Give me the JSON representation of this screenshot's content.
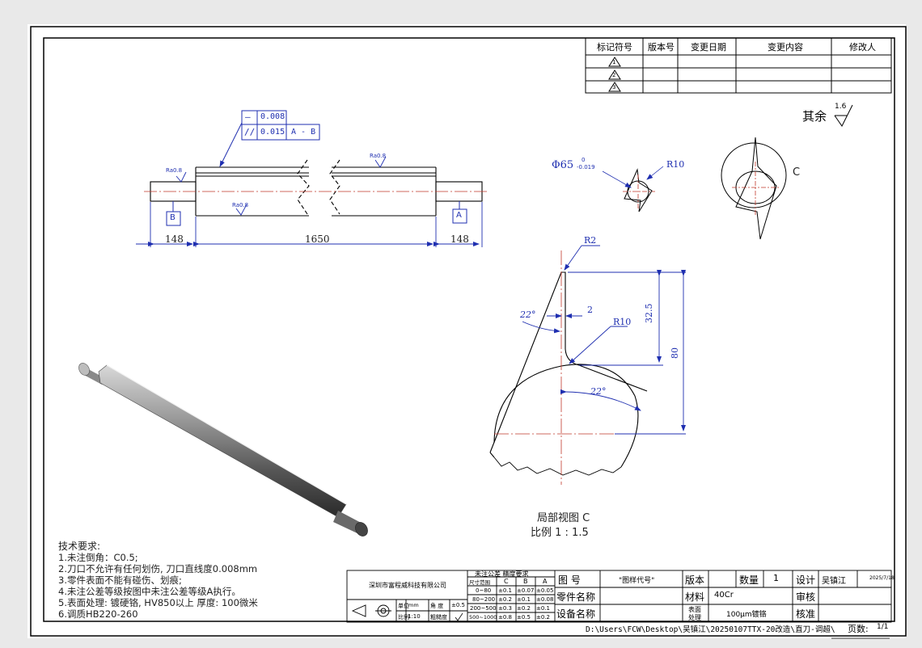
{
  "revision_table": {
    "headers": [
      "标记符号",
      "版本号",
      "变更日期",
      "变更内容",
      "修改人"
    ],
    "marks": [
      "1",
      "2",
      "3"
    ]
  },
  "roughness_rest": {
    "label": "其余",
    "value": "1.6"
  },
  "gdt": {
    "row1": {
      "symbol": "—",
      "value": "0.008"
    },
    "row2": {
      "symbol": "//",
      "value": "0.015",
      "datum": "A - B"
    }
  },
  "shaft": {
    "ra_labels": [
      "Ra0.8",
      "Ra0.8",
      "Ra0.8"
    ],
    "datum_b": "B",
    "datum_a": "A",
    "dims": [
      "148",
      "1650",
      "148"
    ]
  },
  "section": {
    "diameter": "Φ65",
    "tol_upper": "0",
    "tol_lower": "-0.019",
    "radius": "R10",
    "label_c": "C"
  },
  "detail": {
    "r2": "R2",
    "angle1": "22°",
    "dim_2": "2",
    "r10": "R10",
    "dim_32_5": "32.5",
    "dim_80": "80",
    "angle2": "22°",
    "title": "局部视图 C",
    "scale": "比例 1 : 1.5"
  },
  "tech_req": {
    "title": "技术要求:",
    "items": [
      "1.未注倒角：C0.5;",
      "2.刀口不允许有任何划伤, 刀口直线度0.008mm",
      "3.零件表面不能有碰伤、划痕;",
      "4.未注公差等级按图中未注公差等级A执行。",
      "5.表面处理: 镀硬铬, HV850以上 厚度: 100微米",
      "6.调质HB220-260"
    ]
  },
  "title_block": {
    "company": "深圳市富程威科技有限公司",
    "tol_title": "未注公差 精度要求",
    "tol_head": [
      "尺寸范围",
      "C",
      "B",
      "A"
    ],
    "tol_rows": [
      [
        "0~80",
        "±0.1",
        "±0.07",
        "±0.05"
      ],
      [
        "80~200",
        "±0.2",
        "±0.1",
        "±0.08"
      ],
      [
        "200~500",
        "±0.3",
        "±0.2",
        "±0.1"
      ],
      [
        "500~1000",
        "±0.8",
        "±0.5",
        "±0.2"
      ]
    ],
    "unit_label": "单位",
    "unit_value": "mm",
    "angle_label": "角 度",
    "angle_value": "±0.5",
    "scale_label": "比例",
    "scale_value": "1:10",
    "rough_label": "粗糙度",
    "part_no_label": "图 号",
    "part_no_value": "\"图样代号\"",
    "part_name_label": "零件名称",
    "device_name_label": "设备名称",
    "version_label": "版本",
    "qty_label": "数量",
    "qty_value": "1",
    "material_label": "材料",
    "material_value": "40Cr",
    "surface_label1": "表面",
    "surface_label2": "处理",
    "surface_value": "100μm镀铬",
    "design_label": "设计",
    "designer": "吴镇江",
    "design_date": "2025/7/18",
    "review_label": "审核",
    "approve_label": "核准"
  },
  "footer": {
    "path": "D:\\Users\\FCW\\Desktop\\吴镇江\\20250107TTX-20改造\\直刀-调超\\",
    "page_label": "页数:",
    "page_value": "1/1"
  }
}
